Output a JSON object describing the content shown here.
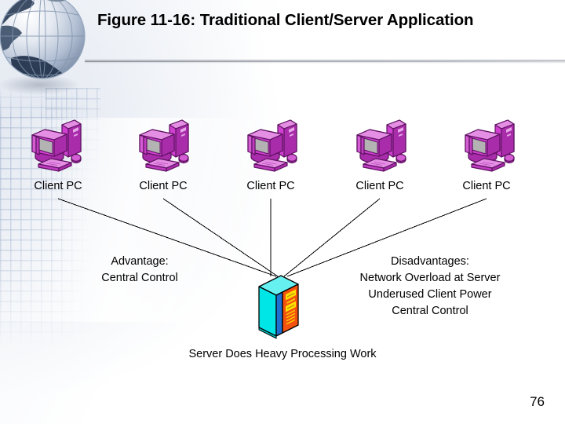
{
  "slide": {
    "title": "Figure 11-16: Traditional Client/Server Application",
    "page_number": "76",
    "background_accent": "#f2f5f9"
  },
  "decor": {
    "globe_icon": "globe-icon",
    "globe_colors": {
      "sphere_light": "#eef1f6",
      "sphere_mid": "#9fb0c8",
      "land": "#2c3e57",
      "grid": "#7f93ad"
    }
  },
  "clients": [
    {
      "label": "Client PC",
      "icon": "desktop-computer-icon"
    },
    {
      "label": "Client PC",
      "icon": "desktop-computer-icon"
    },
    {
      "label": "Client PC",
      "icon": "desktop-computer-icon"
    },
    {
      "label": "Client PC",
      "icon": "desktop-computer-icon"
    },
    {
      "label": "Client PC",
      "icon": "desktop-computer-icon"
    }
  ],
  "client_colors": {
    "case_light": "#e07ae0",
    "case_mid": "#cf3fd0",
    "case_dark": "#8f1f90",
    "screen": "#b3b3b3",
    "outline": "#5d1160"
  },
  "server": {
    "icon": "server-tower-icon",
    "colors": {
      "front": "#00e6e6",
      "top": "#66f0f0",
      "side_blue": "#1f6fd0",
      "side_orange": "#f4520f",
      "panel_yellow": "#ffe000",
      "outline": "#000000"
    }
  },
  "advantage": {
    "heading": "Advantage:",
    "items": [
      "Central Control"
    ]
  },
  "disadvantages": {
    "heading": "Disadvantages:",
    "items": [
      "Network Overload at Server",
      "Underused Client Power",
      "Central Control"
    ]
  },
  "caption": "Server Does Heavy Processing Work"
}
